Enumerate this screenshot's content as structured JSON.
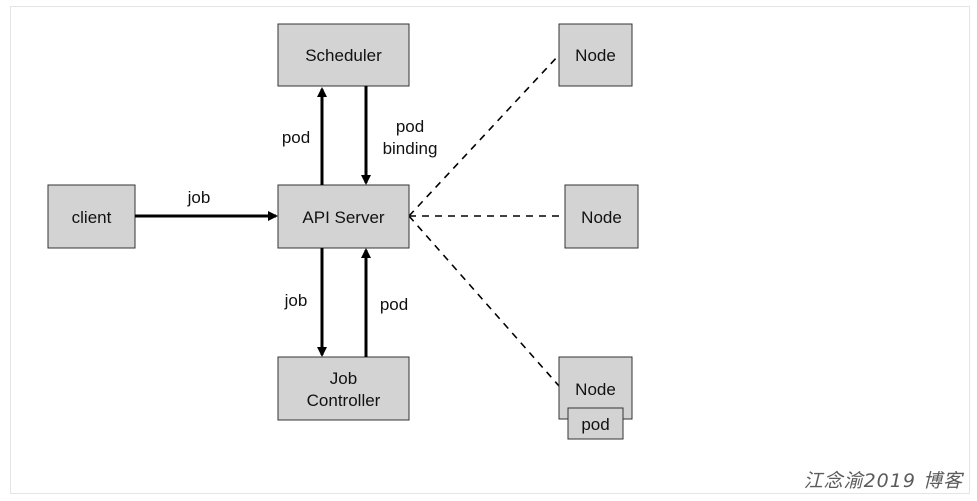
{
  "diagram": {
    "nodes": {
      "scheduler": "Scheduler",
      "api_server": "API Server",
      "client": "client",
      "job_controller": [
        "Job",
        "Controller"
      ],
      "node_top": "Node",
      "node_mid": "Node",
      "node_bottom": "Node",
      "pod_box": "pod"
    },
    "edges": {
      "client_to_api": "job",
      "api_to_scheduler": "pod",
      "scheduler_to_api": [
        "pod",
        "binding"
      ],
      "api_to_job_controller": "job",
      "job_controller_to_api": "pod"
    }
  },
  "watermark": "江念渝2019 博客"
}
